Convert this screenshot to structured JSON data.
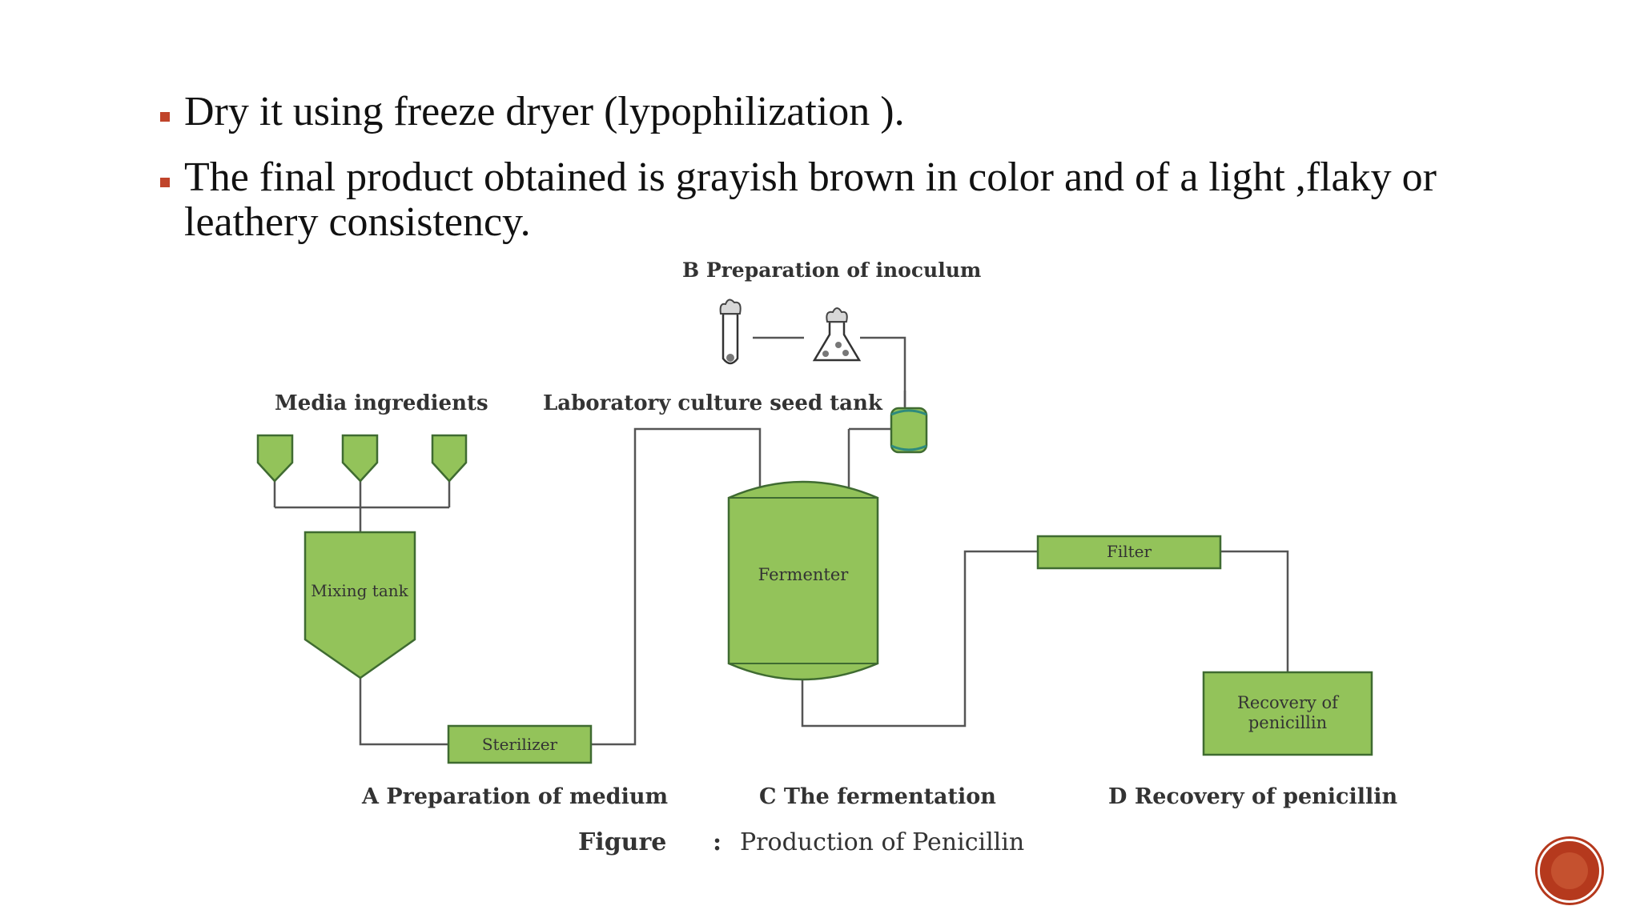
{
  "slide": {
    "bullets": [
      "Dry it using freeze dryer (lypophilization ).",
      "The final product obtained is grayish brown in color and of a light ,flaky or leathery consistency."
    ]
  },
  "diagram": {
    "section_b_title": "B  Preparation of inoculum",
    "media_ingredients": "Media ingredients",
    "lab_culture": "Laboratory culture seed tank",
    "mixing_tank": "Mixing tank",
    "sterilizer": "Sterilizer",
    "fermenter": "Fermenter",
    "filter": "Filter",
    "recovery_box_line1": "Recovery of",
    "recovery_box_line2": "penicillin",
    "section_a": "A  Preparation of medium",
    "section_c": "C  The fermentation",
    "section_d": "D  Recovery of penicillin",
    "figure_label": "Figure",
    "figure_sep": ":",
    "figure_caption": "Production of Penicillin"
  },
  "colors": {
    "component_fill": "#93c35a",
    "component_stroke": "#3f6b31",
    "pipe": "#555555",
    "bullet_marker": "#c0442a",
    "slide_button": "#b5391d"
  }
}
